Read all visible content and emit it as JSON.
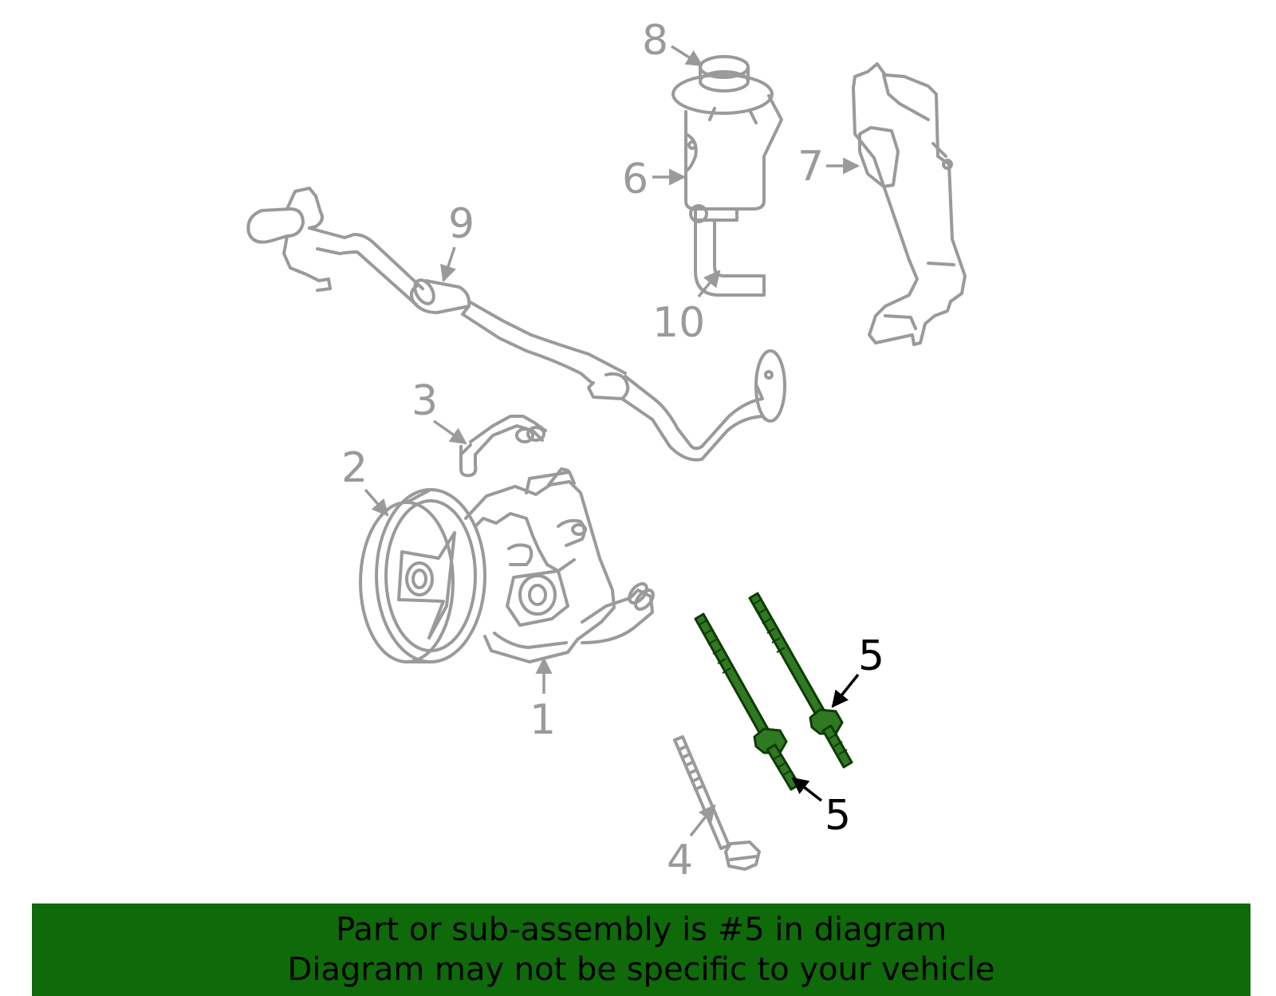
{
  "callouts": {
    "c1": "1",
    "c2": "2",
    "c3": "3",
    "c4": "4",
    "c5a": "5",
    "c5b": "5",
    "c6": "6",
    "c7": "7",
    "c8": "8",
    "c9": "9",
    "c10": "10"
  },
  "highlighted_part": "5",
  "colors": {
    "highlight": "#2f7a20",
    "banner": "#0f6a0a",
    "line_art": "#9a9a9a"
  },
  "banner": {
    "line1": "Part or sub-assembly is #5 in diagram",
    "line2": "Diagram may not be specific to your vehicle"
  }
}
